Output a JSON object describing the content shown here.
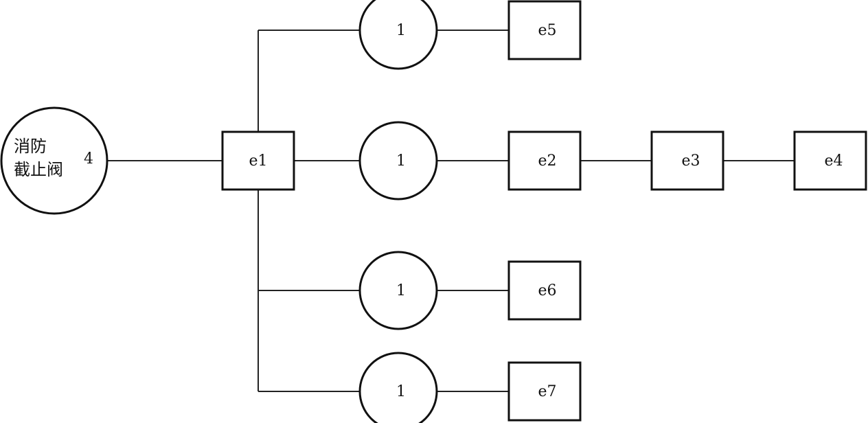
{
  "source_node": {
    "label_line1": "消防",
    "label_line2": "截止阀",
    "value": "4"
  },
  "boxes": {
    "e1": "e1",
    "e2": "e2",
    "e3": "e3",
    "e4": "e4",
    "e5": "e5",
    "e6": "e6",
    "e7": "e7"
  },
  "circles": {
    "c_e5": "1",
    "c_e2": "1",
    "c_e6": "1",
    "c_e7": "1"
  }
}
